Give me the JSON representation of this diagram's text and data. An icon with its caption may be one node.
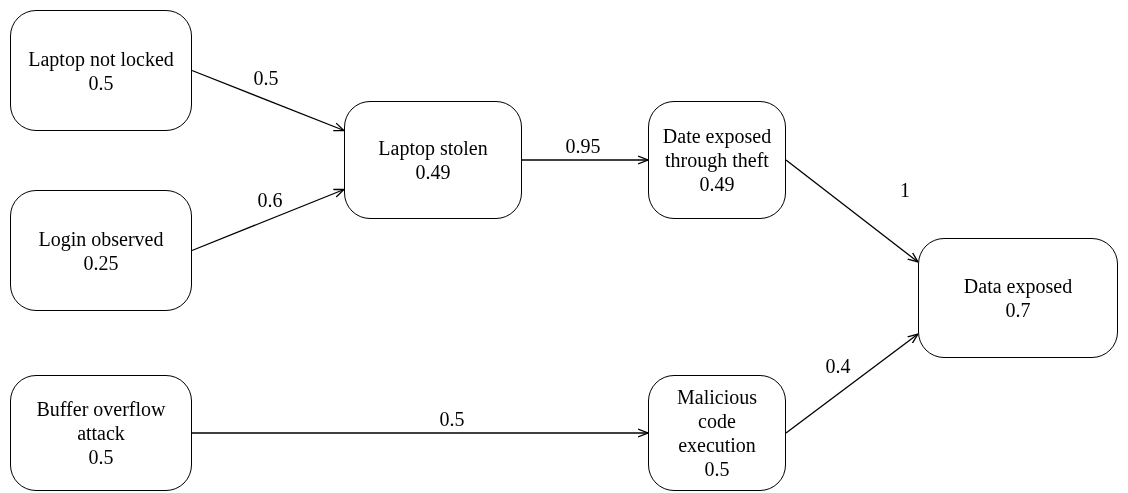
{
  "diagram": {
    "nodes": [
      {
        "text": [
          "Laptop not locked",
          "0.5"
        ]
      },
      {
        "text": [
          "Login observed",
          "0.25"
        ]
      },
      {
        "text": [
          "Buffer overflow attack",
          "0.5"
        ]
      },
      {
        "text": [
          "Laptop stolen",
          "0.49"
        ]
      },
      {
        "text": [
          "Date exposed through theft",
          "0.49"
        ]
      },
      {
        "text": [
          "Malicious code execution",
          "0.5"
        ]
      },
      {
        "text": [
          "Data exposed",
          "0.7"
        ]
      }
    ],
    "edges": [
      {
        "from": 0,
        "to": 3,
        "arrow": "to",
        "label": "0.5"
      },
      {
        "from": 1,
        "to": 3,
        "arrow": "to",
        "label": "0.6"
      },
      {
        "from": 3,
        "to": 4,
        "arrow": "to",
        "label": "0.95"
      },
      {
        "from": 4,
        "to": 6,
        "arrow": "to",
        "label": "1"
      },
      {
        "from": 2,
        "to": 5,
        "arrow": "to",
        "label": "0.5"
      },
      {
        "from": 5,
        "to": 6,
        "arrow": "to",
        "label": "0.4"
      }
    ]
  }
}
